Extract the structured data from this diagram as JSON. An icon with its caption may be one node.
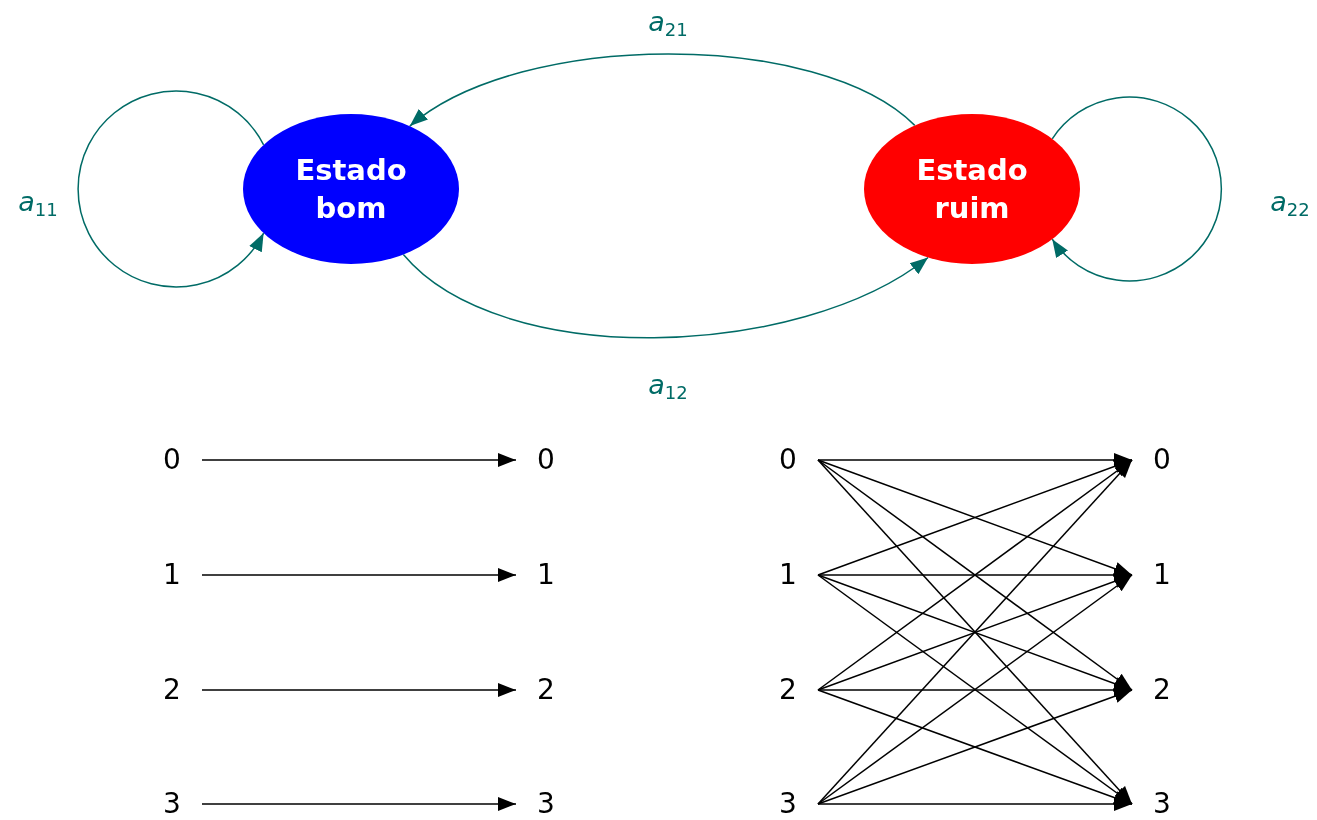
{
  "diagram": {
    "nodes": [
      {
        "text": [
          "Estado bom"
        ]
      },
      {
        "text": [
          "Estado ruim"
        ]
      },
      {
        "text": [
          "0"
        ]
      },
      {
        "text": [
          "0"
        ]
      },
      {
        "text": [
          "1"
        ]
      },
      {
        "text": [
          "1"
        ]
      },
      {
        "text": [
          "2"
        ]
      },
      {
        "text": [
          "2"
        ]
      },
      {
        "text": [
          "3"
        ]
      },
      {
        "text": [
          "3"
        ]
      },
      {
        "text": [
          "0"
        ]
      },
      {
        "text": [
          "0"
        ]
      },
      {
        "text": [
          "1"
        ]
      },
      {
        "text": [
          "1"
        ]
      },
      {
        "text": [
          "2"
        ]
      },
      {
        "text": [
          "2"
        ]
      },
      {
        "text": [
          "3"
        ]
      },
      {
        "text": [
          "3"
        ]
      }
    ],
    "edges": [
      {
        "from": 1,
        "to": 0,
        "arrow": "to",
        "label": "*a*$_{21}$",
        "color": "#006b66"
      },
      {
        "from": 0,
        "to": 0,
        "arrow": "to",
        "label": "*a*$_{11}$",
        "color": "#006b66"
      },
      {
        "from": 1,
        "to": 1,
        "arrow": "to",
        "label": "*a*$_{22}$",
        "color": "#006b66"
      },
      {
        "from": 0,
        "to": 1,
        "arrow": "to",
        "label": "*a*$_{12}$",
        "color": "#006b66"
      },
      {
        "from": 2,
        "to": 3,
        "arrow": "to"
      },
      {
        "from": 4,
        "to": 5,
        "arrow": "to"
      },
      {
        "from": 6,
        "to": 7,
        "arrow": "to"
      },
      {
        "from": 8,
        "to": 9,
        "arrow": "to"
      },
      {
        "from": 10,
        "to": 11,
        "arrow": "to"
      },
      {
        "from": 10,
        "to": 13,
        "arrow": "to"
      },
      {
        "from": 10,
        "to": 15,
        "arrow": "to"
      },
      {
        "from": 10,
        "to": 17,
        "arrow": "to"
      },
      {
        "from": 12,
        "to": 11,
        "arrow": "to"
      },
      {
        "from": 12,
        "to": 13,
        "arrow": "to"
      },
      {
        "from": 12,
        "to": 15,
        "arrow": "to"
      },
      {
        "from": 12,
        "to": 17,
        "arrow": "to"
      },
      {
        "from": 14,
        "to": 11,
        "arrow": "to"
      },
      {
        "from": 14,
        "to": 13,
        "arrow": "to"
      },
      {
        "from": 14,
        "to": 15,
        "arrow": "to"
      },
      {
        "from": 14,
        "to": 17,
        "arrow": "to"
      },
      {
        "from": 16,
        "to": 11,
        "arrow": "to"
      },
      {
        "from": 16,
        "to": 13,
        "arrow": "to"
      },
      {
        "from": 16,
        "to": 15,
        "arrow": "to"
      },
      {
        "from": 16,
        "to": 17,
        "arrow": "to"
      }
    ]
  }
}
